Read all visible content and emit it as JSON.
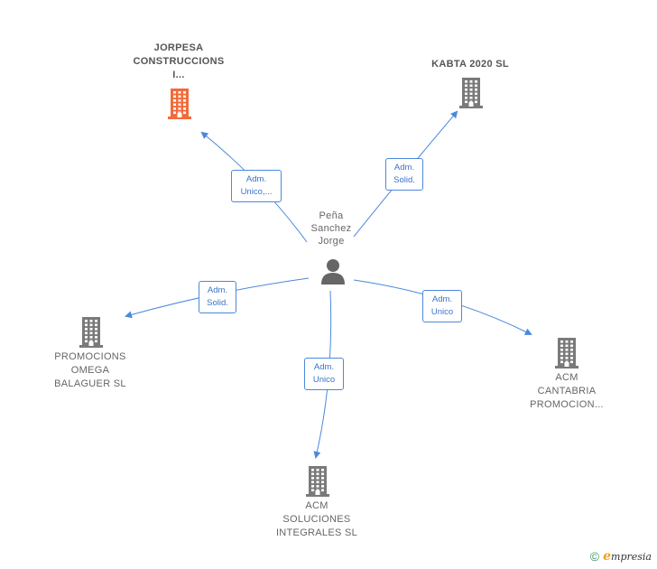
{
  "colors": {
    "edge": "#4a89dc",
    "building_default": "#7a7a7a",
    "building_highlight": "#f26b3a",
    "person": "#666666"
  },
  "person": {
    "name": "Peña\nSanchez\nJorge",
    "icon": "person-icon"
  },
  "companies": [
    {
      "id": "jorpesa",
      "label": "JORPESA\nCONSTRUCCIONS\nI...",
      "highlight": true
    },
    {
      "id": "kabta",
      "label": "KABTA 2020  SL",
      "highlight": false
    },
    {
      "id": "promocions",
      "label": "PROMOCIONS\nOMEGA\nBALAGUER  SL",
      "highlight": false
    },
    {
      "id": "acm-cantabria",
      "label": "ACM\nCANTABRIA\nPROMOCION...",
      "highlight": false
    },
    {
      "id": "acm-soluciones",
      "label": "ACM\nSOLUCIONES\nINTEGRALES SL",
      "highlight": false
    }
  ],
  "roles": [
    {
      "target": "jorpesa",
      "label": "Adm.\nUnico,..."
    },
    {
      "target": "kabta",
      "label": "Adm.\nSolid."
    },
    {
      "target": "promocions",
      "label": "Adm.\nSolid."
    },
    {
      "target": "acm-cantabria",
      "label": "Adm.\nUnico"
    },
    {
      "target": "acm-soluciones",
      "label": "Adm.\nUnico"
    }
  ],
  "footer": {
    "copyright_symbol": "©",
    "brand_initial": "e",
    "brand_rest": "mpresia"
  }
}
